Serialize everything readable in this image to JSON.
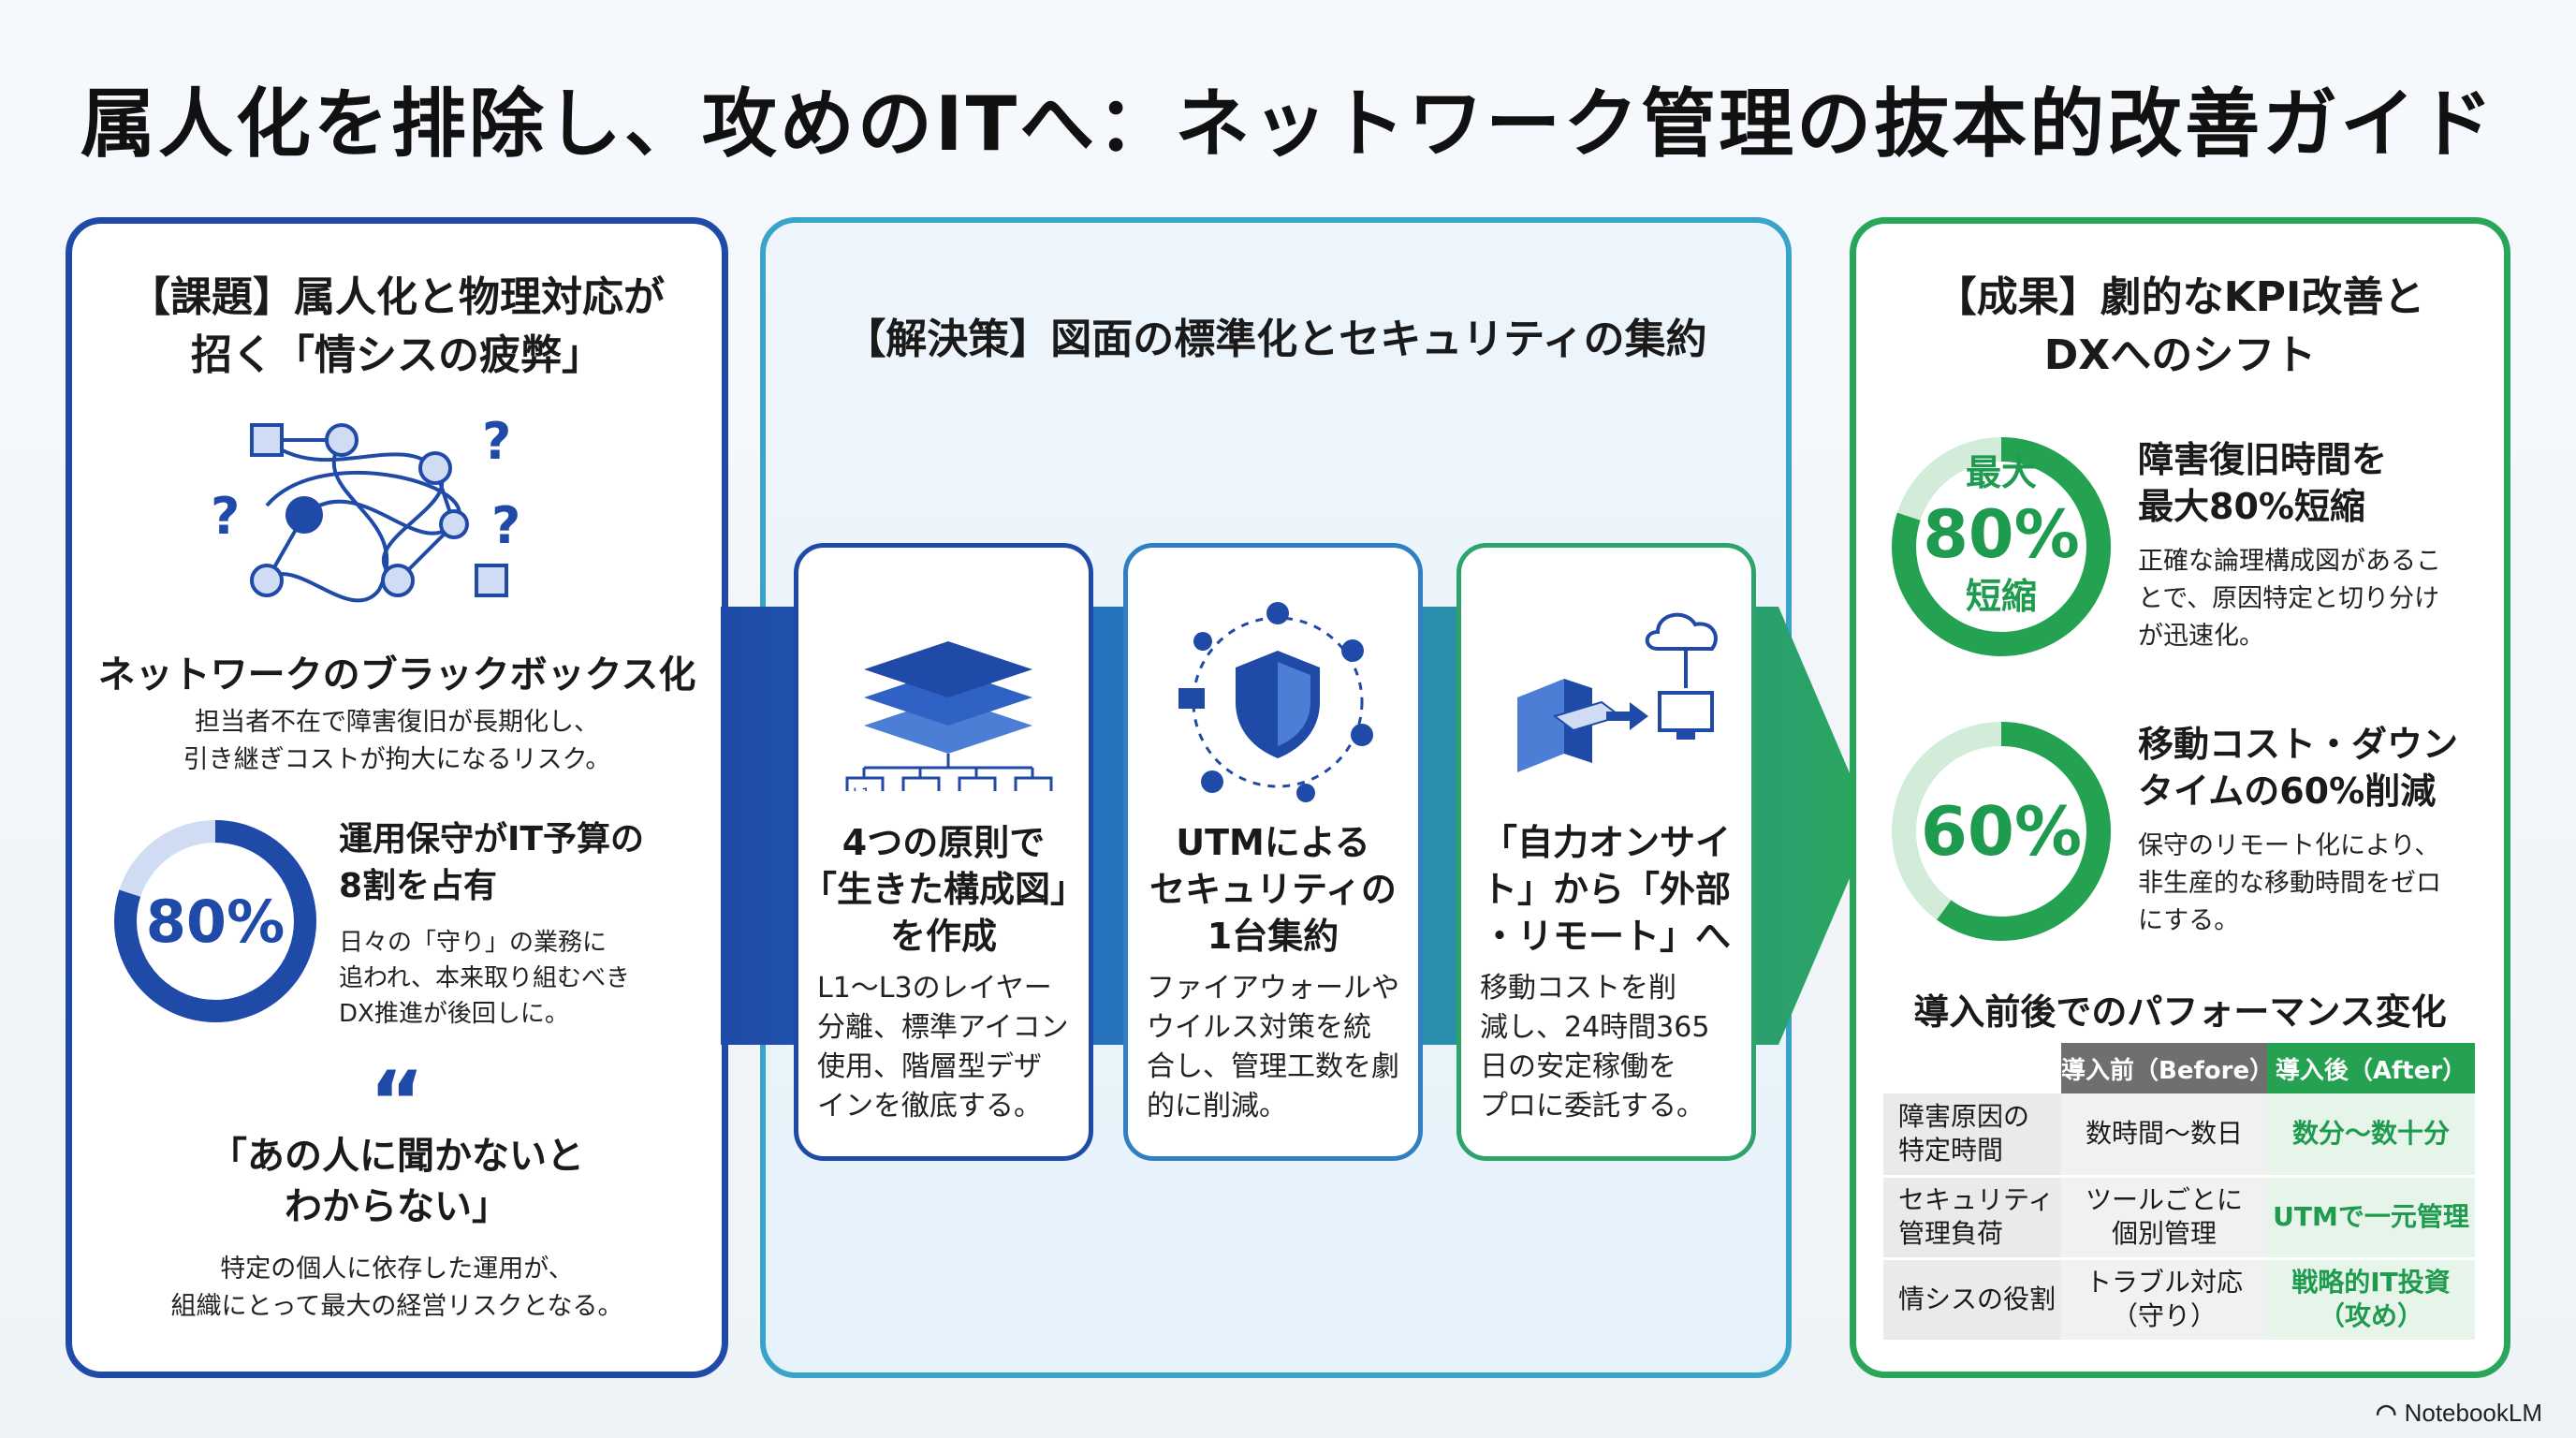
{
  "title": "属人化を排除し、攻めのITへ：ネットワーク管理の抜本的改善ガイド",
  "left": {
    "heading_line1": "【課題】属人化と物理対応が",
    "heading_line2": "招く「情シスの疲弊」",
    "blackbox_title": "ネットワークのブラックボックス化",
    "blackbox_desc_line1": "担当者不在で障害復旧が長期化し、",
    "blackbox_desc_line2": "引き継ぎコストが拘大になるリスク。",
    "ring_value": "80%",
    "ring_fraction": 0.8,
    "budget_title_line1": "運用保守がIT予算の",
    "budget_title_line2": "8割を占有",
    "budget_desc_line1": "日々の「守り」の業務に",
    "budget_desc_line2": "追われ、本来取り組むべき",
    "budget_desc_line3": "DX推進が後回しに。",
    "quote_mark": "“",
    "quote_line1": "「あの人に聞かないと",
    "quote_line2": "わからない」",
    "quote_desc_line1": "特定の個人に依存した運用が、",
    "quote_desc_line2": "組織にとって最大の経営リスクとなる。"
  },
  "middle": {
    "heading": "【解決策】図面の標準化とセキュリティの集約",
    "steps": [
      {
        "title_lines": [
          "4つの原則で",
          "「生きた構成図」",
          "を作成"
        ],
        "desc_lines": [
          "L1～L3のレイヤー",
          "分離、標準アイコン",
          "使用、階層型デザ",
          "インを徹底する。"
        ],
        "icon": "layers-icon",
        "icon_labels": [
          "L1"
        ]
      },
      {
        "title_lines": [
          "UTMによる",
          "セキュリティの",
          "1台集約"
        ],
        "desc_lines": [
          "ファイアウォールや",
          "ウイルス対策を統",
          "合し、管理工数を劇",
          "的に削減。"
        ],
        "icon": "shield-icon"
      },
      {
        "title_lines": [
          "「自力オンサイ",
          "ト」から「外部",
          "・リモート」へ"
        ],
        "desc_lines": [
          "移動コストを削",
          "減し、24時間365",
          "日の安定稼働を",
          "プロに委託する。"
        ],
        "icon": "cloud-remote-icon"
      }
    ]
  },
  "right": {
    "heading_line1": "【成果】劇的なKPI改善と",
    "heading_line2": "DXへのシフト",
    "kpi1": {
      "ring_top": "最大",
      "ring_value": "80%",
      "ring_bottom": "短縮",
      "ring_fraction": 0.8,
      "title_line1": "障害復旧時間を",
      "title_line2": "最大80%短縮",
      "desc_line1": "正確な論理構成図があるこ",
      "desc_line2": "とで、原因特定と切り分け",
      "desc_line3": "が迅速化。"
    },
    "kpi2": {
      "ring_value": "60%",
      "ring_fraction": 0.6,
      "title_line1": "移動コスト・ダウン",
      "title_line2": "タイムの60%削減",
      "desc_line1": "保守のリモート化により、",
      "desc_line2": "非生産的な移動時間をゼロ",
      "desc_line3": "にする。"
    },
    "table_title": "導入前後でのパフォーマンス変化",
    "table": {
      "header_before": "導入前（Before）",
      "header_after": "導入後（After）",
      "rows": [
        {
          "label_lines": [
            "障害原因の",
            "特定時間"
          ],
          "before_lines": [
            "数時間～数日"
          ],
          "after_lines": [
            "数分～数十分"
          ]
        },
        {
          "label_lines": [
            "セキュリティ",
            "管理負荷"
          ],
          "before_lines": [
            "ツールごとに",
            "個別管理"
          ],
          "after_lines": [
            "UTMで一元管理"
          ]
        },
        {
          "label_lines": [
            "情シスの役割"
          ],
          "before_lines": [
            "トラブル対応",
            "（守り）"
          ],
          "after_lines": [
            "戦略的IT投資",
            "（攻め）"
          ]
        }
      ]
    }
  },
  "brand": "NotebookLM",
  "colors": {
    "blue": "#1f4aa8",
    "teal": "#3aa3c9",
    "green": "#2aa65b",
    "green_text": "#1e9b4f"
  }
}
